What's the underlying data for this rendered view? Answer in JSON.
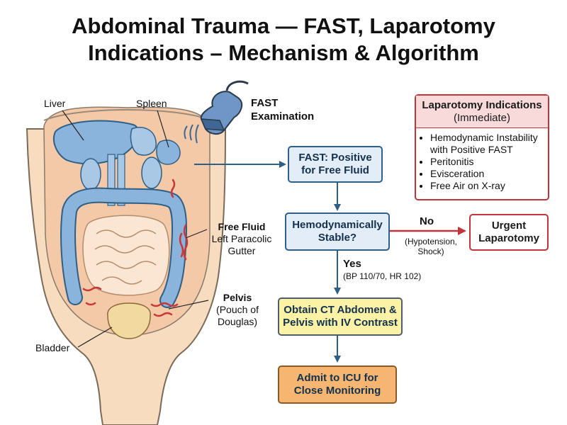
{
  "title": {
    "line1": "Abdominal Trauma — FAST, Laparotomy",
    "line2": "Indications – Mechanism & Algorithm"
  },
  "anatomy": {
    "liver": "Liver",
    "spleen": "Spleen",
    "free_fluid_title": "Free Fluid",
    "free_fluid_sub1": "Left Paracolic",
    "free_fluid_sub2": "Gutter",
    "pelvis_title": "Pelvis",
    "pelvis_sub1": "(Pouch of",
    "pelvis_sub2": "Douglas)",
    "bladder": "Bladder"
  },
  "probe": {
    "label1": "FAST",
    "label2": "Examination",
    "icon": "ultrasound-probe-icon"
  },
  "flow": {
    "fast_positive": [
      "FAST: Positive",
      "for Free Fluid"
    ],
    "stable_question": [
      "Hemodynamically",
      "Stable?"
    ],
    "urgent": [
      "Urgent",
      "Laparotomy"
    ],
    "ct": [
      "Obtain CT Abdomen &",
      "Pelvis with IV Contrast"
    ],
    "icu": [
      "Admit to ICU for",
      "Close Monitoring"
    ],
    "no_label": "No",
    "no_detail1": "(Hypotension,",
    "no_detail2": "Shock)",
    "yes_label": "Yes",
    "yes_detail": "(BP 110/70, HR 102)"
  },
  "indications": {
    "title": "Laparotomy Indications",
    "subtitle": "(Immediate)",
    "items": [
      "Hemodynamic Instability with Positive FAST",
      "Peritonitis",
      "Evisceration",
      "Free Air on X-ray"
    ]
  },
  "colors": {
    "flow_arrow": "#2e5f86",
    "no_arrow": "#c0353b",
    "skin": "#f7dcc0",
    "organ_blue": "#8ab4dc",
    "free_fluid_red": "#c8373a"
  }
}
